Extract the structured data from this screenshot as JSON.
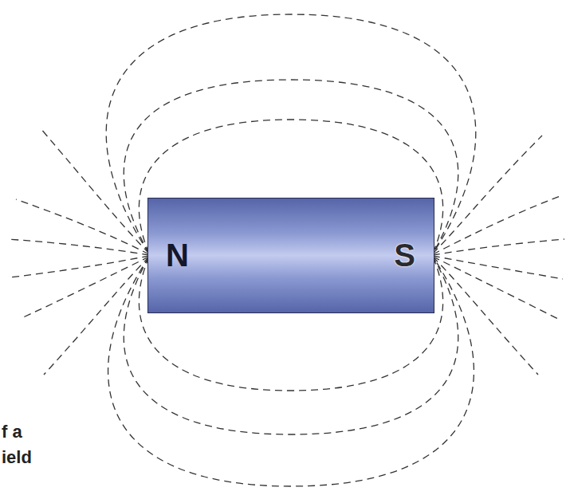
{
  "diagram": {
    "nodes": [
      {
        "text": [
          "N",
          "S"
        ]
      }
    ],
    "labels": [
      "f a",
      "ield"
    ]
  }
}
